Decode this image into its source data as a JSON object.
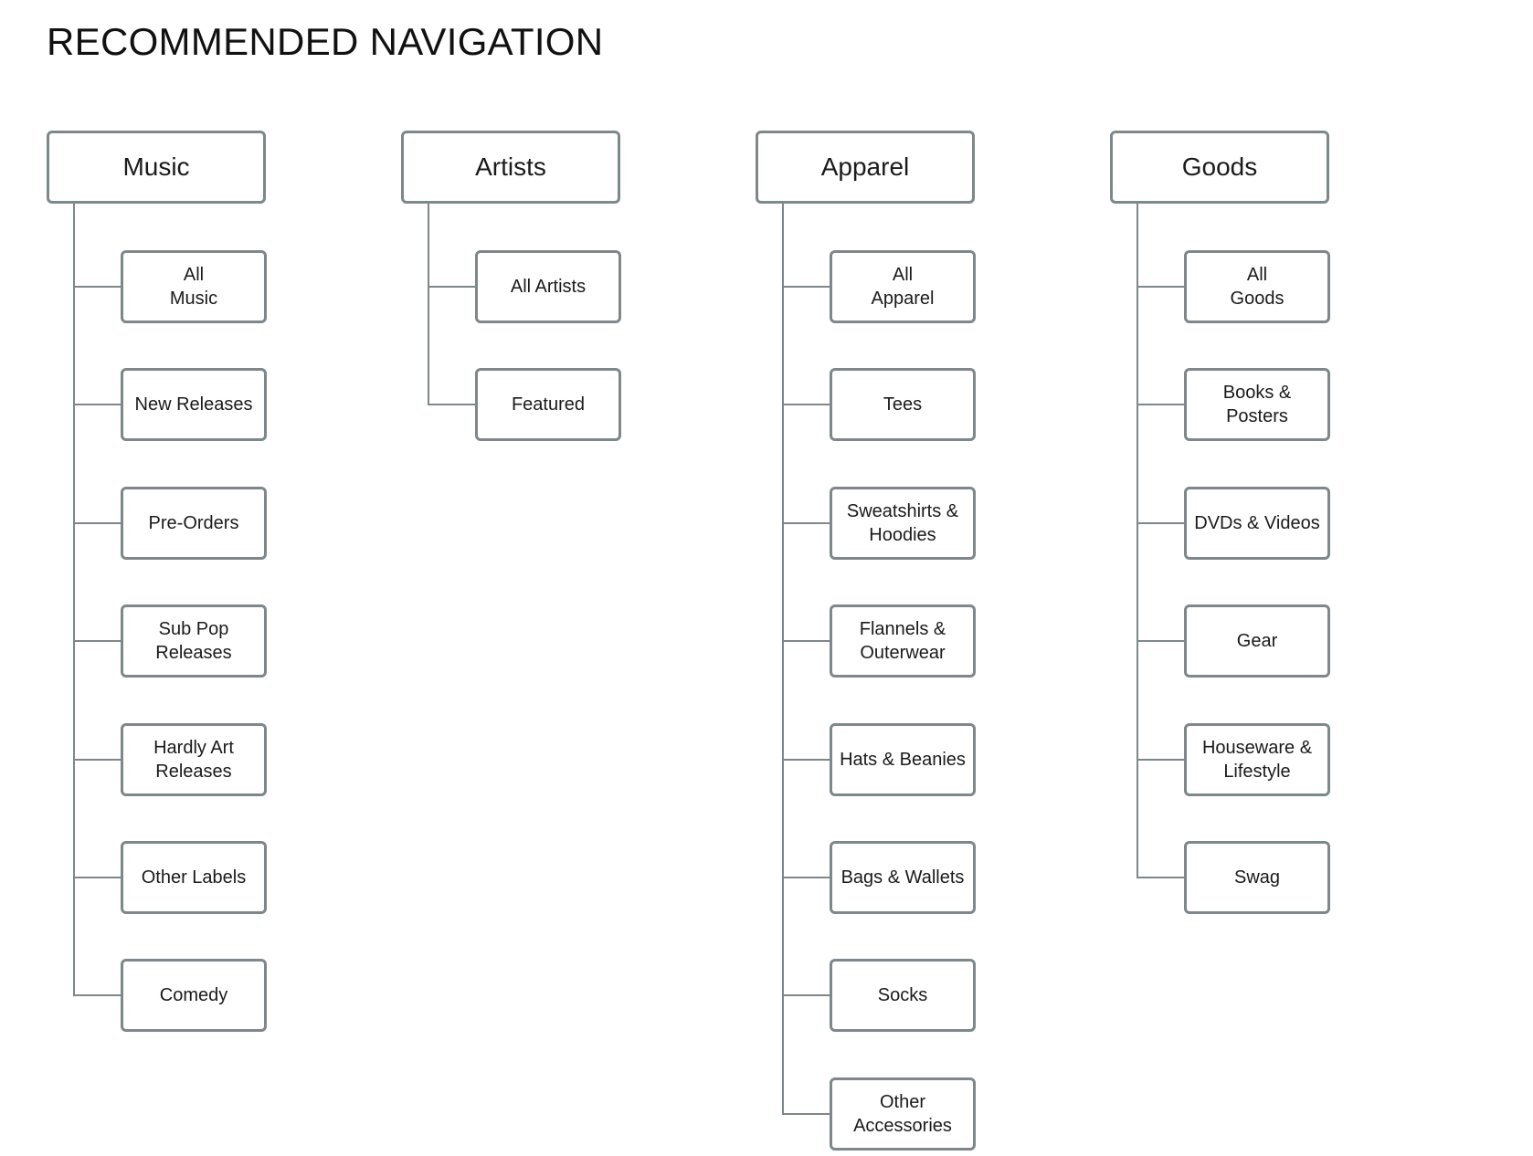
{
  "title": "RECOMMENDED NAVIGATION",
  "colors": {
    "border": "#7e8789",
    "connector": "#7e8789",
    "text": "#1a1a1a",
    "background": "#ffffff"
  },
  "columns": [
    {
      "label": "Music",
      "items": [
        "All\nMusic",
        "New Releases",
        "Pre-Orders",
        "Sub Pop\nReleases",
        "Hardly Art\nReleases",
        "Other Labels",
        "Comedy"
      ]
    },
    {
      "label": "Artists",
      "items": [
        "All Artists",
        "Featured"
      ]
    },
    {
      "label": "Apparel",
      "items": [
        "All\nApparel",
        "Tees",
        "Sweatshirts &\nHoodies",
        "Flannels &\nOuterwear",
        "Hats & Beanies",
        "Bags & Wallets",
        "Socks",
        "Other\nAccessories"
      ]
    },
    {
      "label": "Goods",
      "items": [
        "All\nGoods",
        "Books &\nPosters",
        "DVDs & Videos",
        "Gear",
        "Houseware &\nLifestyle",
        "Swag"
      ]
    }
  ]
}
